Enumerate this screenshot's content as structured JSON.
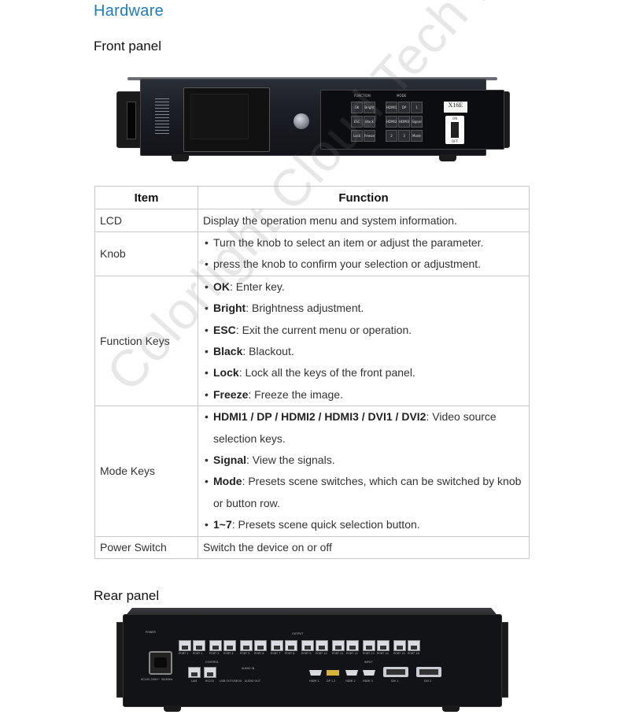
{
  "section_title": "Hardware",
  "front_panel_heading": "Front panel",
  "rear_panel_heading": "Rear panel",
  "watermark": "Colorlight Cloud Tech Ltd",
  "front_device": {
    "model": "X16E",
    "function_group_label": "FUNCTION",
    "mode_group_label": "MODE",
    "function_keys": [
      "OK",
      "Bright",
      "ESC",
      "Black",
      "Lock",
      "Freeze"
    ],
    "mode_keys": [
      "HDMI1",
      "DP",
      "1",
      "HDMI2",
      "HDMI3",
      "Signal",
      "2",
      "3",
      "Mode"
    ],
    "power_on": "ON",
    "power_off": "OFF"
  },
  "table": {
    "headers": [
      "Item",
      "Function"
    ],
    "rows": [
      {
        "item": "LCD",
        "lines": [
          "Display the operation menu and system information."
        ]
      },
      {
        "item": "Knob",
        "bullets": [
          {
            "bold": "",
            "text": "Turn the knob to select an item or adjust the parameter."
          },
          {
            "bold": "",
            "text": "press the knob to confirm your selection or adjustment."
          }
        ]
      },
      {
        "item": "Function Keys",
        "bullets": [
          {
            "bold": "OK",
            "text": ": Enter key."
          },
          {
            "bold": "Bright",
            "text": ": Brightness adjustment."
          },
          {
            "bold": "ESC",
            "text": ": Exit the current menu or operation."
          },
          {
            "bold": "Black",
            "text": ": Blackout."
          },
          {
            "bold": "Lock",
            "text": ": Lock all the keys of the front panel."
          },
          {
            "bold": "Freeze",
            "text": ": Freeze the image."
          }
        ]
      },
      {
        "item": "Mode Keys",
        "bullets": [
          {
            "bold": "HDMI1 / DP / HDMI2 / HDMI3 / DVI1 / DVI2",
            "text": ": Video source selection keys."
          },
          {
            "bold": "Signal",
            "text": ": View the signals."
          },
          {
            "bold": "Mode",
            "text": ": Presets scene switches, which can be switched by knob or button row."
          },
          {
            "bold": "1~7",
            "text": ": Presets scene quick selection button."
          }
        ]
      },
      {
        "item": "Power Switch",
        "lines": [
          "Switch the device on or off"
        ]
      }
    ]
  },
  "rear_device": {
    "output_label": "OUTPUT",
    "control_label": "CONTROL",
    "input_label": "INPUT",
    "power_label": "POWER",
    "power_spec": "AC100-240V~ 50/60Hz",
    "ports": [
      "PORT 1",
      "PORT 2",
      "PORT 3",
      "PORT 4",
      "PORT 5",
      "PORT 6",
      "PORT 7",
      "PORT 8",
      "PORT 9",
      "PORT 10",
      "PORT 11",
      "PORT 12",
      "PORT 13",
      "PORT 14",
      "PORT 15",
      "PORT 16"
    ],
    "control_ports": [
      "LAN",
      "RS232",
      "USB OUT",
      "USB IN",
      "AUDIO OUT"
    ],
    "audio_in": "AUDIO IN",
    "input_ports": [
      "HDMI 1",
      "DP 1.2",
      "HDMI 2",
      "HDMI 3",
      "DVI 1",
      "DVI 2"
    ]
  }
}
